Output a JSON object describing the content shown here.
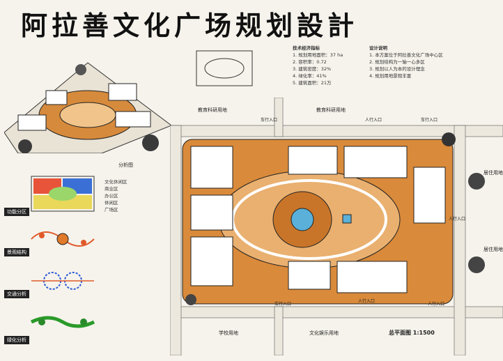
{
  "title": "阿拉善文化广场规划設計",
  "diagram_titles": {
    "analysis": "分析图",
    "function": "功能分区",
    "landscape": "景观结构",
    "traffic": "交通分析",
    "greenery": "绿化分析",
    "plan": "总平面图 1:1500"
  },
  "legend": [
    "文化休闲区",
    "商业区",
    "办公区",
    "休闲区",
    "广场区"
  ],
  "notes": {
    "header": "技术经济指标",
    "items": [
      "1. 规划用地面积：37 ha",
      "2. 容积率：0.72",
      "3. 建筑密度：32%",
      "4. 绿化率：41%",
      "5. 建筑面积：21万"
    ],
    "design_header": "设计说明",
    "design_items": [
      "1. 本方案位于阿拉善文化广场中心区",
      "2. 规划结构为一轴一心多区",
      "3. 规划以人为本的设计理念",
      "4. 规划用地景观丰富"
    ]
  },
  "streets": {
    "north": "教育科研用地",
    "north_east": "教育科研用地",
    "south": "学校用地",
    "south_east": "文化娱乐用地",
    "east": "居住用地",
    "east2": "居住用地"
  },
  "entrances": [
    "车行入口",
    "人行入口",
    "车行入口",
    "人行入口",
    "人行入口",
    "车行入口",
    "人行入口"
  ]
}
